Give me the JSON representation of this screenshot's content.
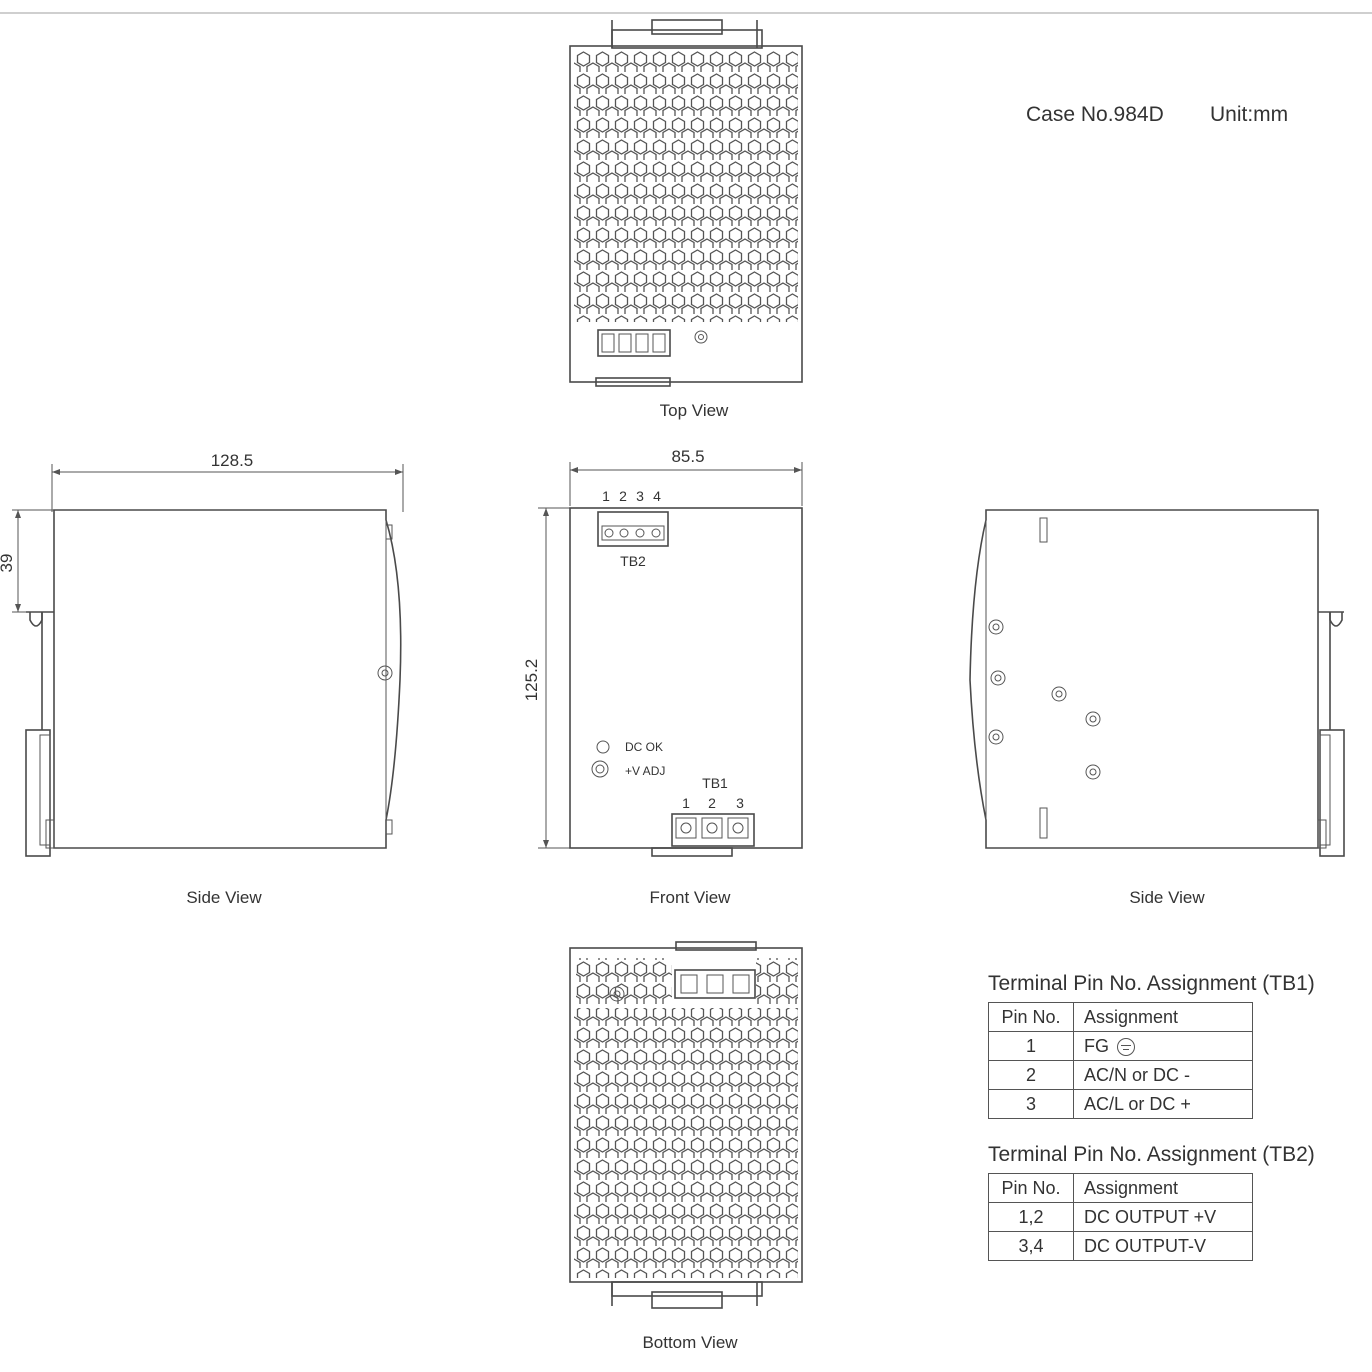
{
  "header": {
    "case_no": "Case No.984D",
    "unit": "Unit:mm"
  },
  "views": {
    "top": "Top View",
    "front": "Front View",
    "side_left": "Side View",
    "side_right": "Side View",
    "bottom": "Bottom View"
  },
  "dimensions": {
    "width": "85.5",
    "depth": "128.5",
    "height": "125.2",
    "rail_offset": "39"
  },
  "front_labels": {
    "tb2": "TB2",
    "tb1": "TB1",
    "tb2_pins": [
      "1",
      "2",
      "3",
      "4"
    ],
    "tb1_pins": [
      "1",
      "2",
      "3"
    ],
    "dc_ok": "DC OK",
    "v_adj": "+V ADJ"
  },
  "tb1_table": {
    "title": "Terminal Pin No.  Assignment (TB1)",
    "headers": [
      "Pin No.",
      "Assignment"
    ],
    "rows": [
      {
        "pin": "1",
        "assignment": "FG"
      },
      {
        "pin": "2",
        "assignment": "AC/N or DC -"
      },
      {
        "pin": "3",
        "assignment": "AC/L or DC +"
      }
    ]
  },
  "tb2_table": {
    "title": "Terminal Pin No.  Assignment (TB2)",
    "headers": [
      "Pin No.",
      "Assignment"
    ],
    "rows": [
      {
        "pin": "1,2",
        "assignment": "DC OUTPUT +V"
      },
      {
        "pin": "3,4",
        "assignment": "DC OUTPUT-V"
      }
    ]
  },
  "icons": {
    "ground": "earth-ground-icon"
  }
}
